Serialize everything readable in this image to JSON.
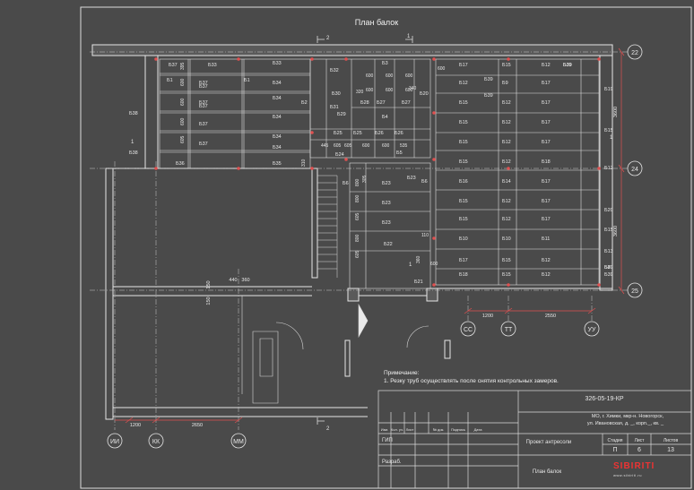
{
  "title": "План балок",
  "note": {
    "heading": "Примечание:",
    "text": "1. Резку труб осуществлять после снятия контрольных замеров."
  },
  "title_block": {
    "code": "326-05-19-КР",
    "address_1": "МО, г. Химки, мкр-н. Новогорск,",
    "address_2": "ул. Ивановская, д. _, корп._, кв. _",
    "headers": [
      "Изм.",
      "Кол. уч.",
      "Лист",
      "№ док.",
      "Подпись",
      "Дата"
    ],
    "role_gip": "ГИП",
    "role_razrab": "Разраб.",
    "project": "Проект антресоли",
    "stage_label": "Стадия",
    "sheet_label": "Лист",
    "sheets_label": "Листов",
    "stage": "П",
    "sheet": "6",
    "sheets": "13",
    "drawing_name": "План балок"
  },
  "logo": {
    "text": "SIBIRITI",
    "sub": "www.sibiriti.ru"
  },
  "axes_top_right": [
    "22",
    "24",
    "25"
  ],
  "axes_bottom": [
    "ИИ",
    "КК",
    "ММ",
    "СС",
    "ТТ",
    "УУ"
  ],
  "section_marks": [
    "2",
    "1",
    "2",
    "1",
    "1",
    "1"
  ],
  "dims": [
    "1200",
    "2650",
    "1200",
    "2550",
    "3600",
    "3600",
    "440",
    "360",
    "150",
    "150"
  ],
  "beams_left": [
    "Б33",
    "Б37",
    "Б33",
    "Б1",
    "Б37",
    "Б1",
    "Б37",
    "Б34",
    "Б37",
    "Б34",
    "Б37",
    "Б34",
    "Б37",
    "Б34",
    "Б37",
    "Б34",
    "Б36",
    "Б35",
    "Б38",
    "Б38",
    "Б2"
  ],
  "beams_mid": [
    "Б32",
    "Б30",
    "Б31",
    "Б29",
    "Б28",
    "Б25",
    "Б26",
    "Б26",
    "Б25",
    "Б24",
    "Б3",
    "Б27",
    "Б27",
    "Б4",
    "Б5",
    "Б6",
    "Б6",
    "Б23",
    "Б23",
    "Б23",
    "Б23",
    "Б22",
    "Б21",
    "Б20"
  ],
  "beams_right": [
    "Б17",
    "Б15",
    "Б12",
    "Б12",
    "Б9",
    "Б17",
    "Б15",
    "Б12",
    "Б17",
    "Б15",
    "Б12",
    "Б17",
    "Б15",
    "Б12",
    "Б17",
    "Б15",
    "Б12",
    "Б18",
    "Б16",
    "Б14",
    "Б17",
    "Б15",
    "Б12",
    "Б17",
    "Б15",
    "Б12",
    "Б17",
    "Б10",
    "Б10",
    "Б11",
    "Б17",
    "Б15",
    "Б12",
    "Б18",
    "Б15",
    "Б12",
    "Б19",
    "Б15",
    "Б12",
    "Б20",
    "Б15",
    "Б13",
    "Б39",
    "Б39",
    "Б39",
    "Б39",
    "Б39",
    "Б39",
    "Б39",
    "Б8",
    "Б7"
  ],
  "mid_dims": [
    "320",
    "600",
    "600",
    "600",
    "340",
    "600",
    "600",
    "600",
    "605",
    "445",
    "605",
    "600",
    "600",
    "535",
    "395",
    "600",
    "600",
    "600",
    "605",
    "800",
    "800",
    "605",
    "305",
    "800",
    "605",
    "110",
    "360",
    "600",
    "310",
    "600"
  ]
}
